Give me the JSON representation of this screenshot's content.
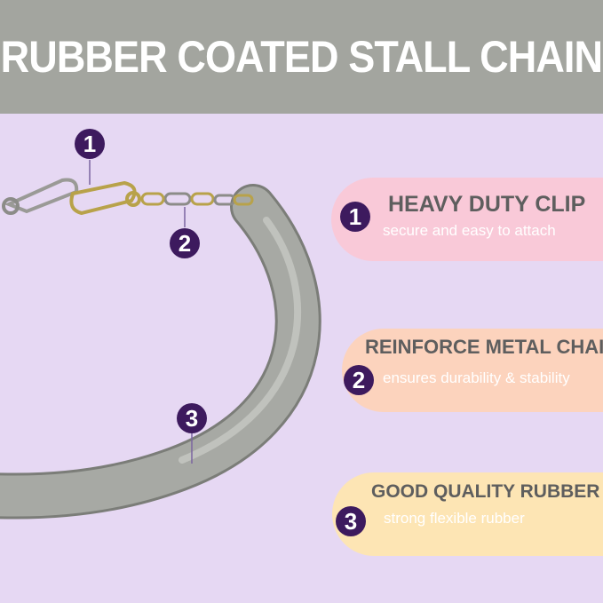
{
  "title": "RUBBER COATED STALL CHAIN",
  "callouts": [
    {
      "number": "1",
      "heading": "HEAVY DUTY CLIP",
      "subtitle": "secure and easy to attach",
      "color": "#f9c9d8"
    },
    {
      "number": "2",
      "heading": "REINFORCE METAL CHAIN",
      "subtitle": "ensures durability & stability",
      "color": "#fcd3bd"
    },
    {
      "number": "3",
      "heading": "GOOD QUALITY RUBBER",
      "subtitle": "strong flexible rubber",
      "color": "#fde5b4"
    }
  ],
  "markers": [
    "1",
    "2",
    "3"
  ],
  "colors": {
    "header": "#a3a59f",
    "background": "#e6d8f3",
    "badge": "#3d1a5e",
    "rubber": "#a7a9a4"
  }
}
